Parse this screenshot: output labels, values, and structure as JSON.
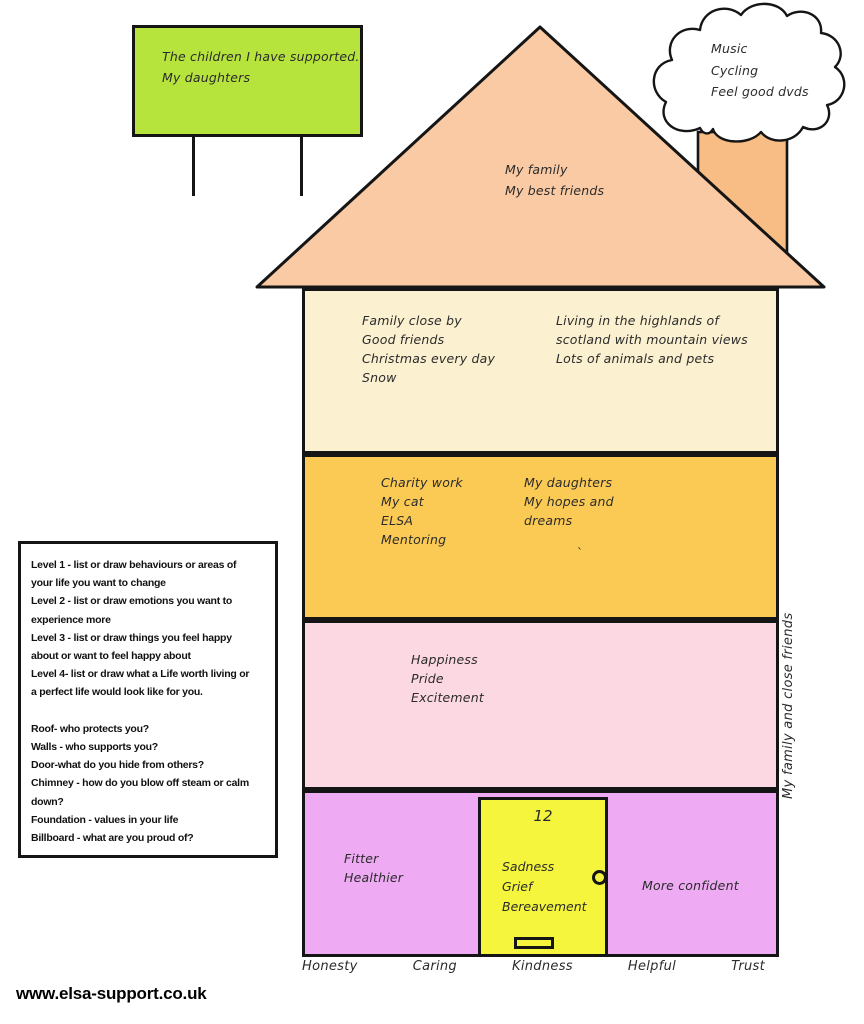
{
  "billboard": {
    "lines": [
      "The children I have supported.",
      "My daughters"
    ]
  },
  "cloud": {
    "lines": [
      "Music",
      "Cycling",
      "Feel good dvds"
    ]
  },
  "roof": {
    "lines": [
      "My family",
      "My best friends"
    ]
  },
  "level4": {
    "left_lines": [
      "Family close by",
      "Good friends",
      "Christmas every day",
      "Snow"
    ],
    "right_lines": [
      "Living in the highlands of",
      "scotland with mountain views",
      "Lots of animals and pets"
    ]
  },
  "level3": {
    "left_lines": [
      "Charity work",
      "My cat",
      "ELSA",
      "Mentoring"
    ],
    "right_lines": [
      "My daughters",
      "My hopes and",
      "dreams"
    ],
    "stray_mark": "`"
  },
  "level2": {
    "lines": [
      "Happiness",
      "Pride",
      "Excitement"
    ]
  },
  "level1": {
    "left_lines": [
      "Fitter",
      "Healthier"
    ],
    "right_text": "More confident"
  },
  "door": {
    "number": "12",
    "lines": [
      "Sadness",
      "Grief",
      "Bereavement"
    ]
  },
  "wall_side_label": "My family and close friends",
  "foundation": {
    "labels": [
      "Honesty",
      "Caring",
      "Kindness",
      "Helpful",
      "Trust"
    ]
  },
  "instructions": {
    "lines": [
      "Level 1 - list or draw behaviours or areas of",
      "your life you want to change",
      "Level 2 - list or draw emotions you want to",
      "experience more",
      "Level 3 - list or draw things you feel happy",
      "about or want to feel happy about",
      "Level 4- list or draw what a Life worth living or",
      "a perfect life would look like for you.",
      "",
      "Roof- who protects you?",
      "Walls - who supports you?",
      "Door-what do you hide from others?",
      "Chimney - how do you blow off steam or calm",
      "down?",
      "Foundation - values in your life",
      "Billboard - what are you proud of?"
    ]
  },
  "footer": {
    "website": "www.elsa-support.co.uk"
  },
  "colors": {
    "billboard_green": "#b6e43c",
    "roof_peach": "#f9caa4",
    "chimney_orange": "#f7bd85",
    "level4_cream": "#fbf0d0",
    "level3_gold": "#fbca55",
    "level2_pink": "#fcd8e3",
    "level1_violet": "#eeaaf3",
    "door_yellow": "#f5f53d",
    "outline_black": "#151515"
  }
}
